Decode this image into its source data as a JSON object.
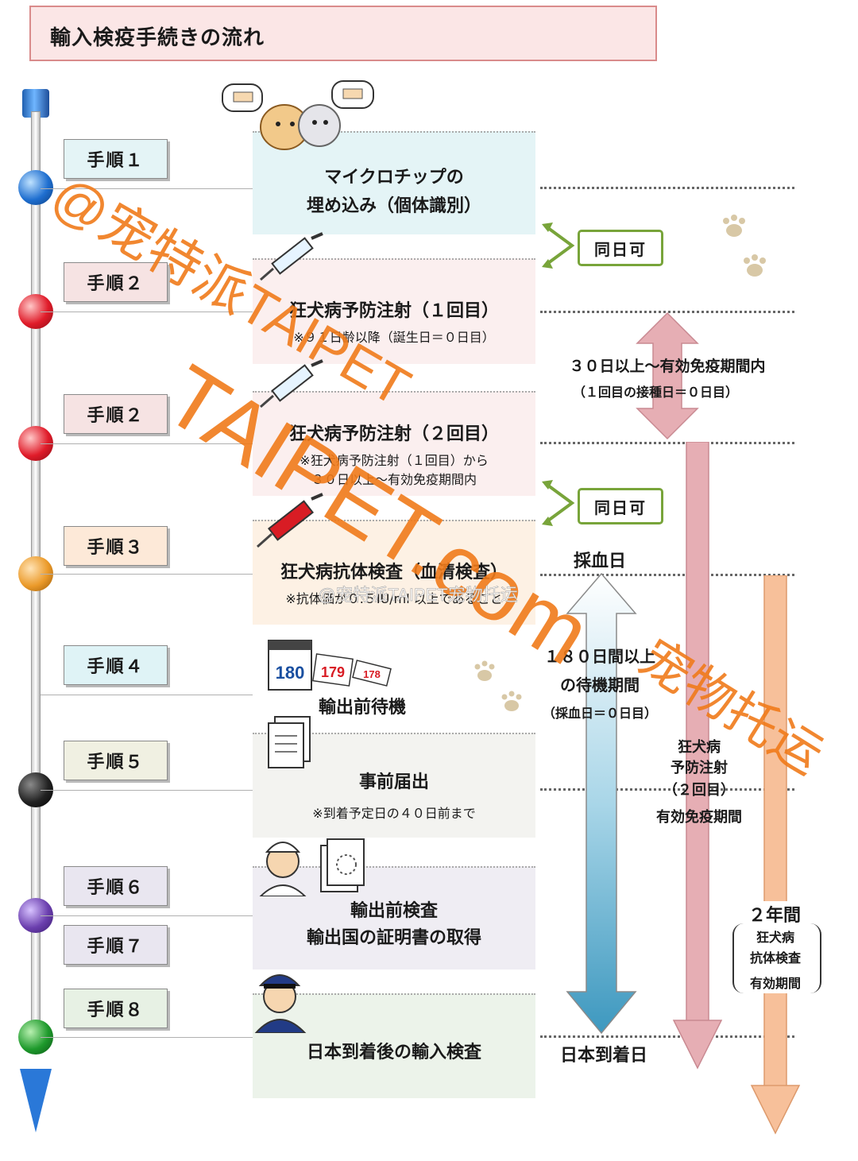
{
  "title": "輸入検疫手続きの流れ",
  "steps": [
    {
      "label": "手順１"
    },
    {
      "label": "手順２"
    },
    {
      "label": "手順２"
    },
    {
      "label": "手順３"
    },
    {
      "label": "手順４"
    },
    {
      "label": "手順５"
    },
    {
      "label": "手順６"
    },
    {
      "label": "手順７"
    },
    {
      "label": "手順８"
    }
  ],
  "cards": [
    {
      "title1": "マイクロチップの",
      "title2": "埋め込み（個体識別）"
    },
    {
      "title1": "狂犬病予防注射（１回目）",
      "note1": "※９１日齢以降（誕生日＝０日目）"
    },
    {
      "title1": "狂犬病予防注射（２回目）",
      "note1": "※狂犬病予防注射（１回目）から",
      "note2": "３０日以上～有効免疫期間内"
    },
    {
      "title1": "狂犬病抗体検査（血清検査）",
      "note1": "※抗体価が０.５IU/ml 以上であること"
    },
    {
      "title1": "輸出前待機",
      "calendar": "180",
      "calendar2": "179",
      "calendar3": "178"
    },
    {
      "title1": "事前届出",
      "note1": "※到着予定日の４０日前まで"
    },
    {
      "title1": "輸出前検査",
      "title2": "輸出国の証明書の取得"
    },
    {
      "title1": "日本到着後の輸入検査"
    }
  ],
  "right": {
    "same_day_1": "同日可",
    "same_day_2": "同日可",
    "interval_1": "３０日以上～有効免疫期間内",
    "interval_1_sub": "（１回目の接種日＝０日目）",
    "blood_day": "採血日",
    "wait_1": "１８０日間以上",
    "wait_2": "の待機期間",
    "wait_3": "（採血日＝０日目）",
    "arrival": "日本到着日",
    "vaccine_1": "狂犬病",
    "vaccine_2": "予防注射",
    "vaccine_3": "（２回目）",
    "vaccine_4": "有効免疫期間",
    "antibody_1": "２年間",
    "antibody_2": "狂犬病",
    "antibody_3": "抗体検査",
    "antibody_4": "有効期間"
  },
  "watermark": {
    "text1": "@宠特派TAIPET",
    "text2": "TAIPET.com",
    "text3": "宠物托运",
    "weibo": "@宠特派TAIPET宠物托运"
  },
  "colors": {
    "step1": "#e4f4f6",
    "step2": "#f6e3e3",
    "step3": "#fde9d8",
    "step4": "#dff3f6",
    "step5": "#f0f0e2",
    "step6": "#e9e6f0",
    "step8": "#e7f1e4",
    "vaccine_arrow": "#e3a6ad",
    "antibody_arrow": "#f5b98b",
    "wait_arrow": "#4aa6c8",
    "same_day_border": "#78a43a",
    "watermark": "#f07a1a"
  }
}
